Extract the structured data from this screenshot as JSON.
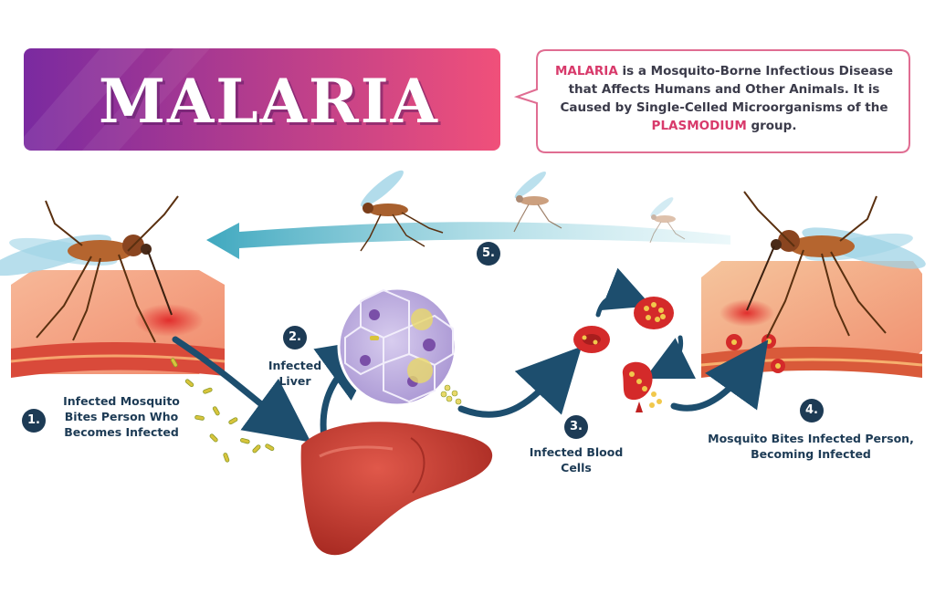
{
  "banner": {
    "title": "MALARIA"
  },
  "callout": {
    "highlight_1": "MALARIA",
    "text_1": " is a Mosquito-Borne Infectious Disease that Affects Humans and Other Animals. It is Caused by Single-Celled Microorganisms of the ",
    "highlight_2": "PLASMODIUM",
    "text_2": " group."
  },
  "steps": [
    {
      "number": "1.",
      "label_lines": [
        "Infected Mosquito",
        "Bites Person Who",
        "Becomes Infected"
      ]
    },
    {
      "number": "2.",
      "label_lines": [
        "Infected",
        "Liver"
      ]
    },
    {
      "number": "3.",
      "label_lines": [
        "Infected Blood",
        "Cells"
      ]
    },
    {
      "number": "4.",
      "label_lines": [
        "Mosquito Bites Infected Person,",
        "Becoming Infected"
      ]
    },
    {
      "number": "5.",
      "label_lines": []
    }
  ],
  "colors": {
    "banner_start": "#7a2aa0",
    "banner_end": "#f0507a",
    "accent": "#d83a6b",
    "step_badge": "#1d3b55",
    "arrow": "#1d4e6e",
    "return_arrow": "#4fb6c8",
    "liver": "#c2362c",
    "blood_cell": "#d42a2a",
    "skin": "#f2a080"
  }
}
